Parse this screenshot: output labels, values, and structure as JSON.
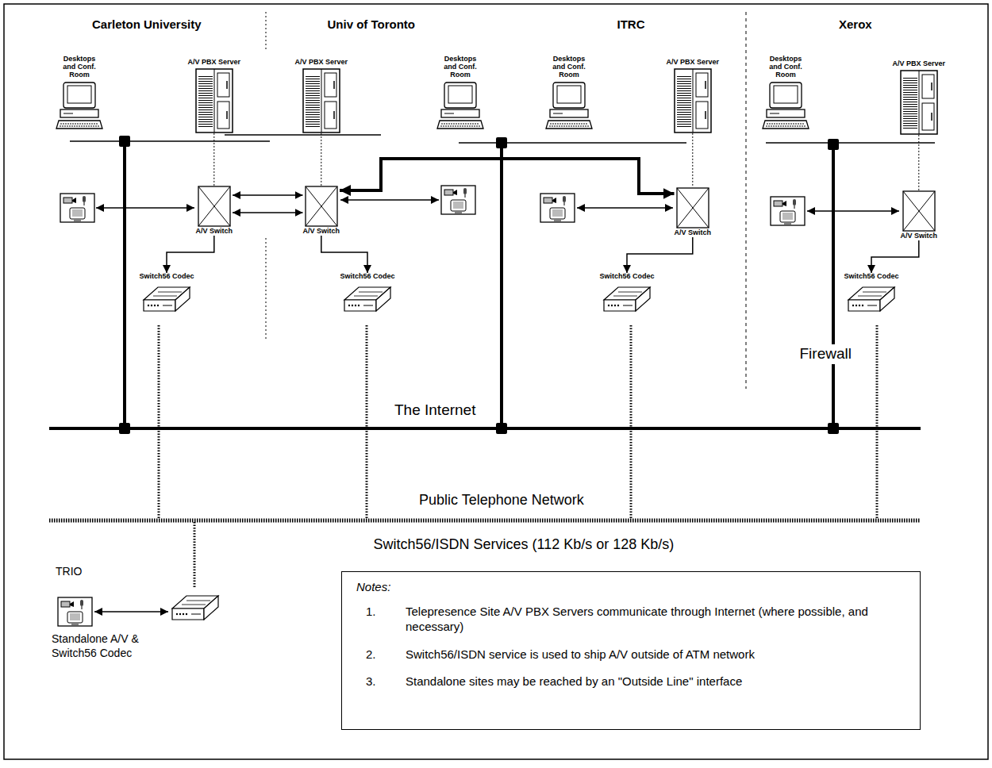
{
  "diagram": {
    "nodes": [
      {
        "text": [
          "Desktops and Conf. Room"
        ]
      },
      {
        "text": [
          "A/V PBX Server"
        ]
      },
      {
        "text": [
          "A/V PBX Server"
        ]
      },
      {
        "text": [
          "Desktops and Conf. Room"
        ]
      },
      {
        "text": [
          "Desktops and Conf. Room"
        ]
      },
      {
        "text": [
          "A/V PBX Server"
        ]
      },
      {
        "text": [
          "Desktops and Conf. Room"
        ]
      },
      {
        "text": [
          "A/V PBX Server"
        ]
      },
      {
        "text": [
          "A/V Switch"
        ]
      },
      {
        "text": [
          "A/V Switch"
        ]
      },
      {
        "text": [
          "A/V Switch"
        ]
      },
      {
        "text": [
          "A/V Switch"
        ]
      },
      {
        "text": [
          "Switch56 Codec"
        ]
      },
      {
        "text": [
          "Switch56 Codec"
        ]
      },
      {
        "text": [
          "Switch56 Codec"
        ]
      },
      {
        "text": [
          "Switch56 Codec"
        ]
      },
      {
        "text": [
          "Standalone A/V & Switch56 Codec"
        ]
      },
      {
        "text": [
          "Notes:",
          "1.",
          "Telepresence Site A/V PBX Servers communicate through Internet (where possible, and necessary)",
          "2.",
          "Switch56/ISDN service is used to ship A/V outside of ATM network",
          "3.",
          "Standalone sites may be reached by an \"Outside Line\" interface"
        ]
      }
    ],
    "edges": [
      {
        "from": 8,
        "to": 9,
        "arrow": "both"
      },
      {
        "from": 9,
        "to": 10,
        "arrow": "both"
      },
      {
        "from": 1,
        "to": 8,
        "arrow": "none"
      },
      {
        "from": 2,
        "to": 9,
        "arrow": "none"
      },
      {
        "from": 5,
        "to": 10,
        "arrow": "none"
      },
      {
        "from": 7,
        "to": 11,
        "arrow": "none"
      },
      {
        "from": 8,
        "to": 12,
        "arrow": "to"
      },
      {
        "from": 9,
        "to": 13,
        "arrow": "to"
      },
      {
        "from": 10,
        "to": 14,
        "arrow": "to"
      },
      {
        "from": 11,
        "to": 15,
        "arrow": "to"
      }
    ],
    "labels": [
      "Carleton University",
      "Univ of Toronto",
      "ITRC",
      "Xerox",
      "The Internet",
      "Public Telephone Network",
      "Switch56/ISDN Services (112 Kb/s or 128 Kb/s)",
      "TRIO",
      "Firewall"
    ]
  }
}
